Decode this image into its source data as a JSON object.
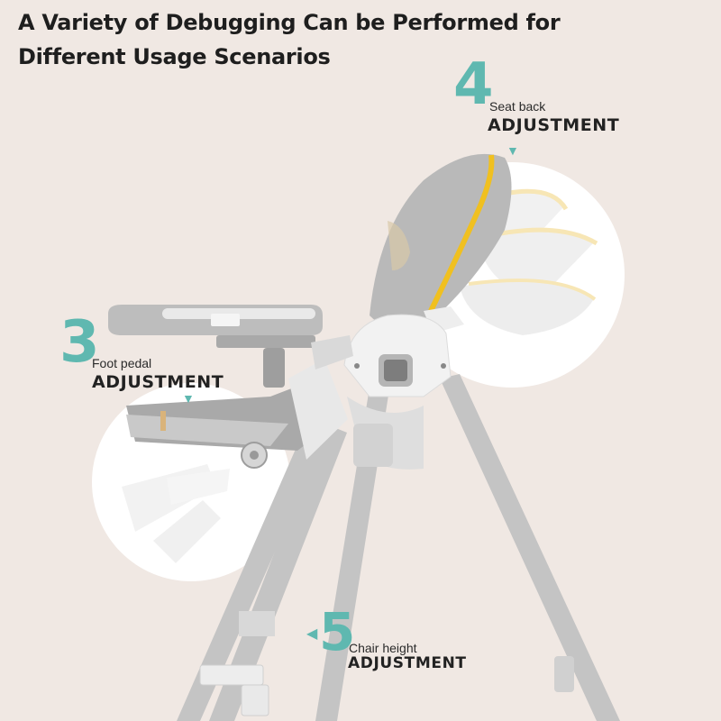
{
  "headline": {
    "line1": "A Variety of Debugging Can be Performed for",
    "line2": "Different Usage Scenarios"
  },
  "callouts": {
    "seat_back": {
      "number": "4",
      "label": "Seat back",
      "action": "ADJUSTMENT",
      "marker": "triangle-down-icon"
    },
    "foot_pedal": {
      "number": "3",
      "label": "Foot pedal",
      "action": "ADJUSTMENT",
      "marker": "triangle-down-icon"
    },
    "chair_height": {
      "number": "5",
      "label": "Chair height",
      "action": "ADJUSTMENT",
      "marker": "triangle-left-icon"
    }
  },
  "colors": {
    "background": "#f0e8e3",
    "accent_teal": "#5fb8b0",
    "seat_gray": "#b9b9b9",
    "frame_gray": "#c7c7c7",
    "trim_yellow": "#f0c020"
  }
}
